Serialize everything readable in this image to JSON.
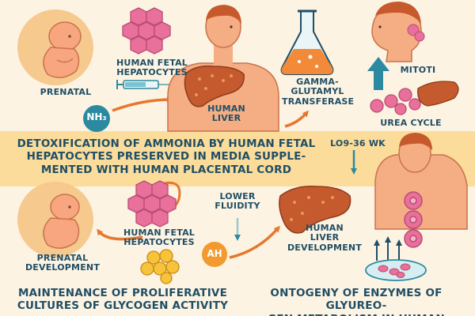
{
  "labels": {
    "prenatal": "PRENATAL",
    "human_fetal_hepatocytes_top": "HUMAN FETAL\nHEPATOCYTES",
    "human_liver": "HUMAN\nLIVER",
    "gamma_glutamyl": "GAMMA-\nGLUTAMYL\nTRANSFERASE",
    "mitoti": "MITOTI",
    "urea_cycle": "UREA CYCLE",
    "weeks": "LO9-36 WK",
    "lower_fluidity": "LOWER\nFLUIDITY",
    "human_fetal_hepatocytes_bottom": "HUMAN FETAL\nHEPATOCYTES",
    "human_liver_development": "HUMAN\nLIVER\nDEVELOPMENT",
    "prenatal_development": "PRENATAL\nDEVELOPMENT"
  },
  "chips": {
    "nh3": "NH₃",
    "ah": "AH"
  },
  "banner": {
    "text": "DETOXIFICATION OF AMMONIA BY HUMAN FETAL\nHEPATOCYTES PRESERVED IN MEDIA SUPPLE-\nMENTED WITH HUMAN PLACENTAL CORD"
  },
  "captions": {
    "left": "MAINTENANCE OF PROLIFERATIVE\nCULTURES OF GLYCOGEN ACTIVITY",
    "right": "ONTOGENY OF ENZYMES OF GLYUREO-\nGEN METABOLISM IN HUMAN"
  },
  "colors": {
    "text": "#1f4e66",
    "banner": "#fbdc9a",
    "background": "#fdf3e2",
    "skin": "#f5ad84",
    "liver": "#c45a2e",
    "cells": "#e8709a",
    "teal": "#2b8aa0",
    "orange_arrow": "#e6772e"
  },
  "icons": [
    "fetus-icon",
    "hepatocyte-cluster-icon",
    "syringe-icon",
    "human-torso-icon",
    "liver-icon",
    "flask-icon",
    "head-profile-icon",
    "up-arrow-icon",
    "cell-stack-icon",
    "petri-dish-icon",
    "glycogen-granules-icon"
  ]
}
